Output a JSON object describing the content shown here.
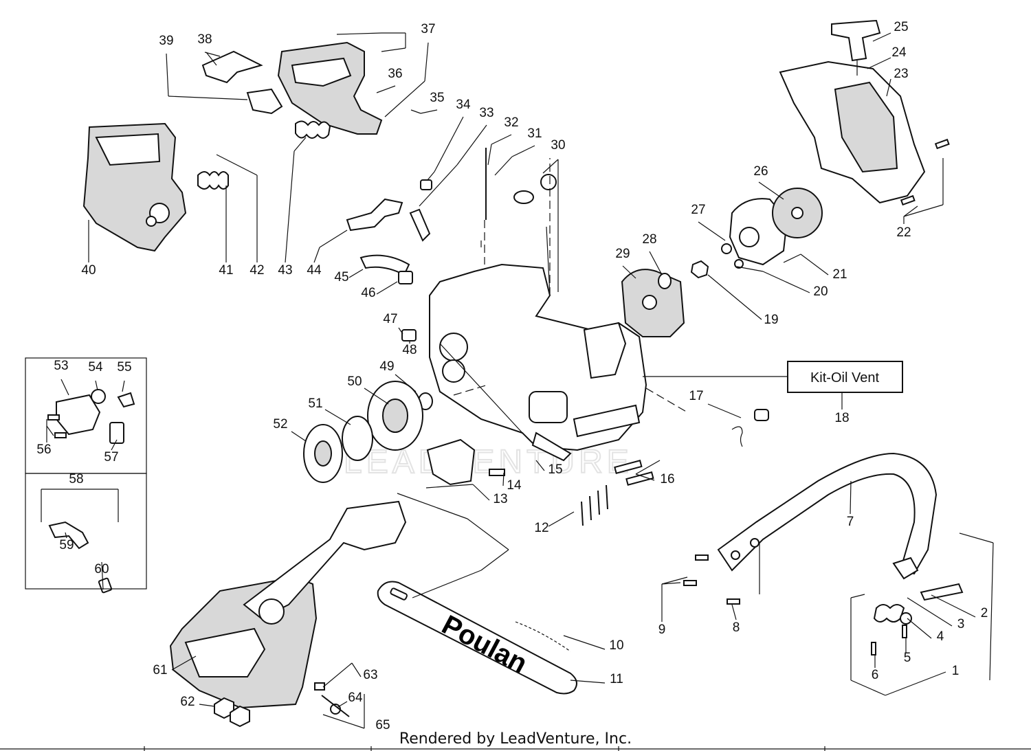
{
  "watermark": "LEADVENTURE",
  "kit_box": {
    "label": "Kit-Oil Vent"
  },
  "bar_brand": "Poulan",
  "footer": "Rendered by LeadVenture, Inc.",
  "callouts": [
    {
      "label": "1"
    },
    {
      "label": "2"
    },
    {
      "label": "3"
    },
    {
      "label": "4"
    },
    {
      "label": "5"
    },
    {
      "label": "6"
    },
    {
      "label": "7"
    },
    {
      "label": "8"
    },
    {
      "label": "9"
    },
    {
      "label": "10"
    },
    {
      "label": "11"
    },
    {
      "label": "12"
    },
    {
      "label": "13"
    },
    {
      "label": "14"
    },
    {
      "label": "15"
    },
    {
      "label": "16"
    },
    {
      "label": "17"
    },
    {
      "label": "18"
    },
    {
      "label": "19"
    },
    {
      "label": "20"
    },
    {
      "label": "21"
    },
    {
      "label": "22"
    },
    {
      "label": "23"
    },
    {
      "label": "24"
    },
    {
      "label": "25"
    },
    {
      "label": "26"
    },
    {
      "label": "27"
    },
    {
      "label": "28"
    },
    {
      "label": "29"
    },
    {
      "label": "30"
    },
    {
      "label": "31"
    },
    {
      "label": "32"
    },
    {
      "label": "33"
    },
    {
      "label": "34"
    },
    {
      "label": "35"
    },
    {
      "label": "36"
    },
    {
      "label": "37"
    },
    {
      "label": "38"
    },
    {
      "label": "39"
    },
    {
      "label": "40"
    },
    {
      "label": "41"
    },
    {
      "label": "42"
    },
    {
      "label": "43"
    },
    {
      "label": "44"
    },
    {
      "label": "45"
    },
    {
      "label": "46"
    },
    {
      "label": "47"
    },
    {
      "label": "48"
    },
    {
      "label": "49"
    },
    {
      "label": "50"
    },
    {
      "label": "51"
    },
    {
      "label": "52"
    },
    {
      "label": "53"
    },
    {
      "label": "54"
    },
    {
      "label": "55"
    },
    {
      "label": "56"
    },
    {
      "label": "57"
    },
    {
      "label": "58"
    },
    {
      "label": "59"
    },
    {
      "label": "60"
    },
    {
      "label": "61"
    },
    {
      "label": "62"
    },
    {
      "label": "63"
    },
    {
      "label": "64"
    },
    {
      "label": "65"
    }
  ]
}
